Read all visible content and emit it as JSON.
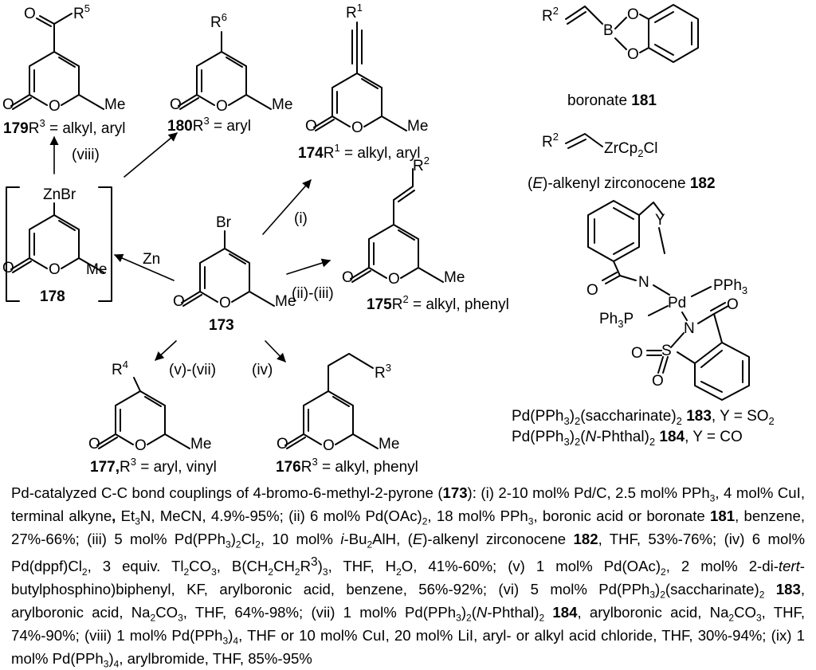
{
  "scheme": {
    "c173": {
      "id": "173",
      "sub": "Br"
    },
    "c174": {
      "id": "174",
      "r": "R",
      "rsup": "1",
      "desc": " = alkyl, aryl"
    },
    "c175": {
      "id": "175",
      "r": "R",
      "rsup": "2",
      "desc": " = alkyl, phenyl"
    },
    "c176": {
      "id": "176",
      "r": "R",
      "rsup": "3",
      "desc": " = alkyl, phenyl"
    },
    "c177": {
      "id": "177,",
      "r": "R",
      "rsup": "3",
      "desc": " = aryl, vinyl",
      "sub": "R",
      "subsup": "4"
    },
    "c178": {
      "id": "178",
      "sub": "ZnBr"
    },
    "c179": {
      "id": "179",
      "r": "R",
      "rsup": "3",
      "desc": " = alkyl, aryl",
      "sub": "R",
      "subsup": "5"
    },
    "c180": {
      "id": "180",
      "r": "R",
      "rsup": "3",
      "desc": " = aryl",
      "sub": "R",
      "subsup": "6"
    },
    "boronate": {
      "prefix": "boronate ",
      "id": "181",
      "r": "R",
      "rsup": "2",
      "b": "B",
      "o": "O"
    },
    "zirconocene": {
      "r": "R",
      "rsup": "2",
      "group": "ZrCp",
      "group_sub": "2",
      "group_end": "Cl",
      "e": "E",
      "name": "-alkenyl zirconocene ",
      "id": "182"
    },
    "pd_complex": {
      "pd": "Pd",
      "n": "N",
      "y": "Y",
      "s": "S",
      "o": "O",
      "pph3": "PPh",
      "ph3p": "Ph",
      "p": "P",
      "three": "3",
      "line1_pre": "Pd(PPh",
      "line1_mid": ")",
      "line1_post": "(saccharinate)",
      "line1_id": "183",
      "line1_tail": ", Y = SO",
      "line2_pre": "Pd(PPh",
      "line2_mid": ")",
      "line2_n": "N",
      "line2_post": "-Phthal)",
      "line2_id": "184",
      "line2_tail": ", Y = CO",
      "two": "2",
      "open": "(",
      "close": ")"
    },
    "ring": {
      "o": "O",
      "me": "Me"
    },
    "conditions": {
      "i": "(i)",
      "ii_iii": "(ii)-(iii)",
      "iv": "(iv)",
      "v_vii": "(v)-(vii)",
      "viii": "(viii)",
      "zn": "Zn"
    }
  },
  "caption": {
    "s1": "Pd-catalyzed C-C bond couplings of 4-bromo-6-methyl-2-pyrone (",
    "id173": "173",
    "s2": "): (i) 2-10 mol% Pd/C, 2.5 mol% PPh",
    "s3": ", 4 mol% CuI, terminal alkyne",
    "comma": ",",
    "s4": " Et",
    "s5": "N, MeCN, 4.9%-95%; (ii) 6 mol% Pd(OAc)",
    "s6": ", 18 mol% PPh",
    "s7": ", boronic acid or boronate ",
    "id181": "181",
    "s8": ", benzene, 27%-66%; (iii) 5 mol% Pd(PPh",
    "s9": ")",
    "s10": "Cl",
    "s11": ", 10 mol% ",
    "ibu": "i",
    "s12": "-Bu",
    "s13": "AlH, (",
    "e": "E",
    "s14": ")-alkenyl zirconocene ",
    "id182": "182",
    "s15": ", THF, 53%-76%; (iv) 6 mol% Pd(dppf)Cl",
    "s16": ", 3 equiv. Tl",
    "s17": "CO",
    "s18": ", B(CH",
    "s19": "CH",
    "s20": "R",
    "s21": ")",
    "s22": ", THF, H",
    "s23": "O, 41%-60%; (v) 1 mol% Pd(OAc)",
    "s24": ", 2 mol% 2-di-",
    "tert": "tert",
    "s25": "-butylphosphino)biphenyl, KF, arylboronic acid, benzene, 56%-92%; (vi) 5 mol% Pd(PPh",
    "s26": ")",
    "s27": "(saccharinate)",
    "s28": " ",
    "id183": "183",
    "s29": ", arylboronic acid, Na",
    "s30": "CO",
    "s31": ", THF, 64%-98%; (vii) 1 mol% Pd(PPh",
    "s32": ")",
    "s33": "(",
    "nphth": "N",
    "s34": "-Phthal)",
    "s35": " ",
    "id184": "184",
    "s36": ", arylboronic acid, Na",
    "s37": "CO",
    "s38": ", THF, 74%-90%; (viii) 1 mol% Pd(PPh",
    "s39": ")",
    "s40": ", THF or 10 mol% CuI, 20 mol% LiI, aryl- or alkyl acid chloride, THF, 30%-94%; (ix) 1 mol% Pd(PPh",
    "s41": ")",
    "s42": ", arylbromide, THF, 85%-95%",
    "sub2": "2",
    "sub3": "3",
    "sub4": "4"
  }
}
